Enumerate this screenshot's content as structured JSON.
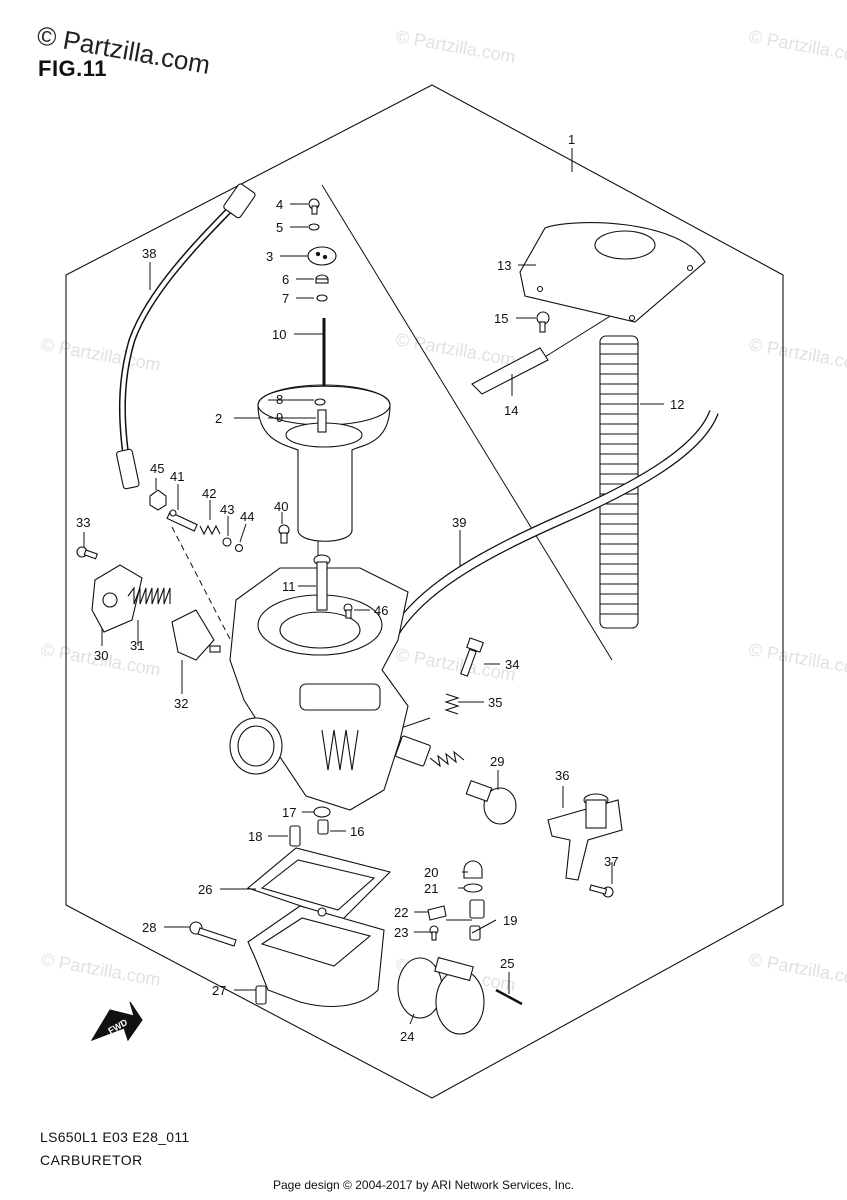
{
  "header": {
    "watermark_main": "© Partzilla.com",
    "fig_label": "FIG.11"
  },
  "watermark_text": "© Partzilla.com",
  "part_numbers": [
    "1",
    "2",
    "3",
    "4",
    "5",
    "6",
    "7",
    "8",
    "9",
    "10",
    "11",
    "12",
    "13",
    "14",
    "15",
    "16",
    "17",
    "18",
    "19",
    "20",
    "21",
    "22",
    "23",
    "24",
    "25",
    "26",
    "27",
    "28",
    "29",
    "30",
    "31",
    "32",
    "33",
    "34",
    "35",
    "36",
    "37",
    "38",
    "39",
    "40",
    "41",
    "42",
    "43",
    "44",
    "45",
    "46"
  ],
  "fwd_label": "FWD",
  "footer": {
    "model_code": "LS650L1 E03 E28_011",
    "diagram_title": "CARBURETOR",
    "credit": "Page design © 2004-2017 by ARI Network Services, Inc."
  }
}
